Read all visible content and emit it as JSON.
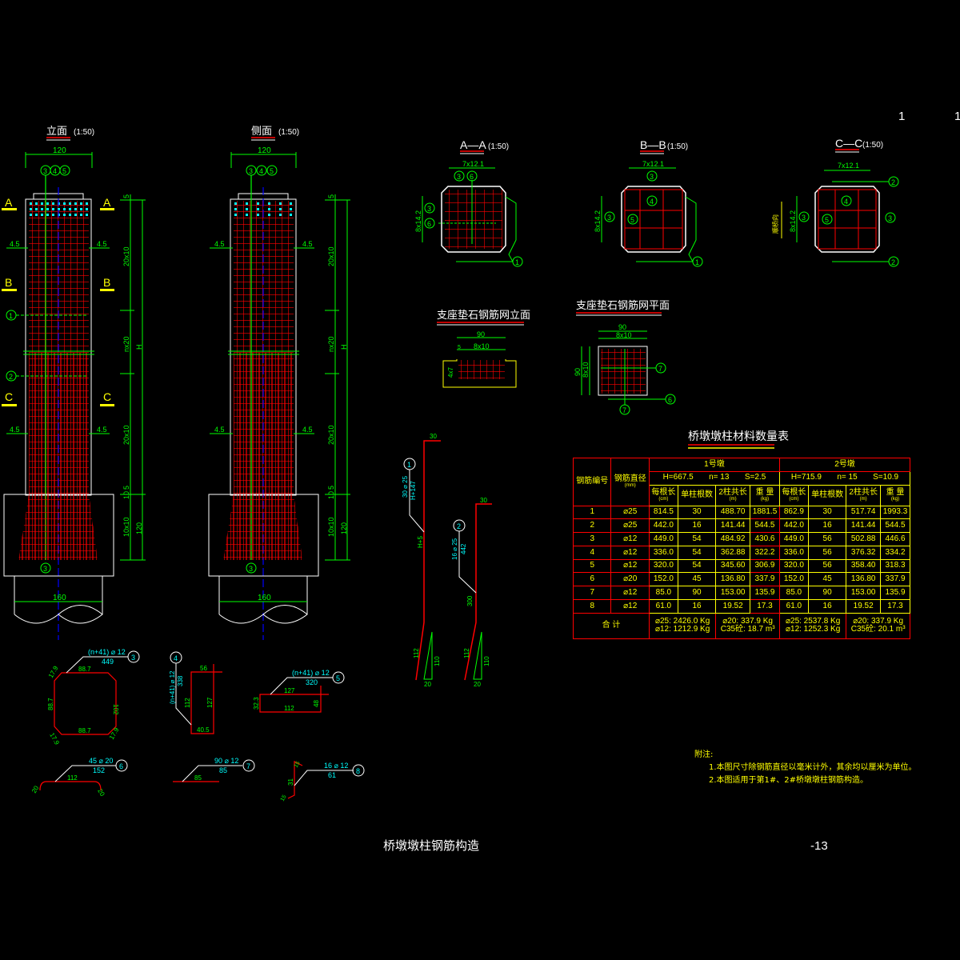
{
  "sheet": {
    "title": "桥墩墩柱钢筋构造",
    "page_number": "-13",
    "corner_marks": [
      "1",
      "1"
    ]
  },
  "views": {
    "elevation": {
      "title": "立面",
      "scale": "(1:50)",
      "width_dim": "120",
      "bottom_dim": "160",
      "callouts": [
        "3",
        "4",
        "5"
      ],
      "bottom_callout": "3",
      "side_labels": [
        "A",
        "B",
        "C"
      ],
      "level_marks": [
        "4.5",
        "4.5"
      ],
      "left_callouts": [
        "1",
        "2"
      ],
      "dims": [
        "5",
        "20x10",
        "nx20",
        "20x10",
        "5",
        "10",
        "10x10",
        "120",
        "H"
      ]
    },
    "side": {
      "title": "侧面",
      "scale": "(1:50)",
      "width_dim": "120",
      "bottom_dim": "160",
      "callouts": [
        "3",
        "4",
        "5"
      ],
      "bottom_callout": "3",
      "level_marks": [
        "4.5",
        "4.5"
      ],
      "dims": [
        "5",
        "20x10",
        "nx20",
        "20x10",
        "5",
        "10",
        "10x10",
        "120",
        "H"
      ]
    },
    "section_aa": {
      "title": "A—A",
      "scale": "(1:50)",
      "top_dim": "7x12.1",
      "side_dim": "8x14.2",
      "callouts": [
        "3",
        "6",
        "3",
        "6",
        "1"
      ]
    },
    "section_bb": {
      "title": "B—B",
      "scale": "(1:50)",
      "top_dim": "7x12.1",
      "side_dim": "8x14.2",
      "callouts": [
        "3",
        "4",
        "3",
        "5",
        "1"
      ]
    },
    "section_cc": {
      "title": "C—C",
      "scale": "(1:50)",
      "top_dim": "7x12.1",
      "side_dim": "8x14.2",
      "callouts": [
        "2",
        "4",
        "3",
        "5",
        "3",
        "2"
      ],
      "side_note": "顺桥向"
    },
    "bearing_elev": {
      "title": "支座垫石钢筋网立面",
      "dim_total": "90",
      "dim_inner": "8x10",
      "dim_side": "4x7",
      "edge": "5"
    },
    "bearing_plan": {
      "title": "支座垫石钢筋网平面",
      "dim_total": "90",
      "dim_inner": "8x10",
      "dim_side": "90",
      "dim_side_inner": "8x10",
      "callouts": [
        "7",
        "6",
        "7"
      ]
    }
  },
  "bars": {
    "b1": {
      "id": "1",
      "spec": "30 ⌀ 25",
      "length": "H+147",
      "seg_top": "30",
      "seg_mid": "H+5",
      "seg_bot": "112",
      "bend_h": "110",
      "bend_w": "20"
    },
    "b2": {
      "id": "2",
      "spec": "16 ⌀ 25",
      "length": "442",
      "seg_top": "30",
      "seg_mid": "300",
      "seg_bot": "112",
      "bend_h": "110",
      "bend_w": "20"
    },
    "b3": {
      "id": "3",
      "spec": "(n+41) ⌀ 12",
      "length": "449",
      "dims": [
        "88.7",
        "17.9",
        "102",
        "88.7",
        "17.9",
        "88.7",
        "17.9",
        "88.7"
      ]
    },
    "b4": {
      "id": "4",
      "spec": "(n+41) ⌀ 12",
      "length": "338",
      "dims": [
        "56",
        "112",
        "127",
        "40.5"
      ]
    },
    "b5": {
      "id": "5",
      "spec": "(n+41) ⌀ 12",
      "length": "320",
      "dims": [
        "127",
        "32.3",
        "48",
        "112"
      ]
    },
    "b6": {
      "id": "6",
      "spec": "45 ⌀ 20",
      "length": "152",
      "dims": [
        "112",
        "20",
        "20"
      ]
    },
    "b7": {
      "id": "7",
      "spec": "90 ⌀ 12",
      "length": "85",
      "dims": [
        "85"
      ]
    },
    "b8": {
      "id": "8",
      "spec": "16 ⌀ 12",
      "length": "61",
      "dims": [
        "15",
        "31",
        "15"
      ]
    }
  },
  "table": {
    "title": "桥墩墩柱材料数量表",
    "col_bar_no": "钢筋编号",
    "col_diam": "钢筋直径",
    "col_diam_unit": "(mm)",
    "pier1": {
      "name": "1号墩",
      "H": "H=667.5",
      "n": "n= 13",
      "S": "S=2.5"
    },
    "pier2": {
      "name": "2号墩",
      "H": "H=715.9",
      "n": "n= 15",
      "S": "S=10.9"
    },
    "sub_headers": [
      {
        "label": "每根长",
        "unit": "(cm)"
      },
      {
        "label": "单柱根数",
        "unit": ""
      },
      {
        "label": "2柱共长",
        "unit": "(m)"
      },
      {
        "label": "重 量",
        "unit": "(kg)"
      }
    ],
    "rows": [
      {
        "no": "1",
        "d": "⌀25",
        "p1": [
          "814.5",
          "30",
          "488.70",
          "1881.5"
        ],
        "p2": [
          "862.9",
          "30",
          "517.74",
          "1993.3"
        ]
      },
      {
        "no": "2",
        "d": "⌀25",
        "p1": [
          "442.0",
          "16",
          "141.44",
          "544.5"
        ],
        "p2": [
          "442.0",
          "16",
          "141.44",
          "544.5"
        ]
      },
      {
        "no": "3",
        "d": "⌀12",
        "p1": [
          "449.0",
          "54",
          "484.92",
          "430.6"
        ],
        "p2": [
          "449.0",
          "56",
          "502.88",
          "446.6"
        ]
      },
      {
        "no": "4",
        "d": "⌀12",
        "p1": [
          "336.0",
          "54",
          "362.88",
          "322.2"
        ],
        "p2": [
          "336.0",
          "56",
          "376.32",
          "334.2"
        ]
      },
      {
        "no": "5",
        "d": "⌀12",
        "p1": [
          "320.0",
          "54",
          "345.60",
          "306.9"
        ],
        "p2": [
          "320.0",
          "56",
          "358.40",
          "318.3"
        ]
      },
      {
        "no": "6",
        "d": "⌀20",
        "p1": [
          "152.0",
          "45",
          "136.80",
          "337.9"
        ],
        "p2": [
          "152.0",
          "45",
          "136.80",
          "337.9"
        ]
      },
      {
        "no": "7",
        "d": "⌀12",
        "p1": [
          "85.0",
          "90",
          "153.00",
          "135.9"
        ],
        "p2": [
          "85.0",
          "90",
          "153.00",
          "135.9"
        ]
      },
      {
        "no": "8",
        "d": "⌀12",
        "p1": [
          "61.0",
          "16",
          "19.52",
          "17.3"
        ],
        "p2": [
          "61.0",
          "16",
          "19.52",
          "17.3"
        ]
      }
    ],
    "total_label": "合 计",
    "totals_p1": [
      "⌀25: 2426.0 Kg",
      "⌀20: 337.9 Kg",
      "⌀12: 1212.9 Kg",
      "C35砼: 18.7 m³"
    ],
    "totals_p2": [
      "⌀25: 2537.8 Kg",
      "⌀20: 337.9 Kg",
      "⌀12: 1252.3 Kg",
      "C35砼: 20.1 m³"
    ]
  },
  "notes": {
    "heading": "附注:",
    "items": [
      "1.本图尺寸除钢筋直径以毫米计外，其余均以厘米为单位。",
      "2.本图适用于第1#、2#桥墩墩柱钢筋构造。"
    ]
  },
  "colors": {
    "rebar": "#ff0000",
    "dimension": "#00ff00",
    "outline": "#ffffff",
    "text_note": "#ffff00",
    "stirrup_dot": "#00ffff",
    "axis": "#0000ff"
  }
}
